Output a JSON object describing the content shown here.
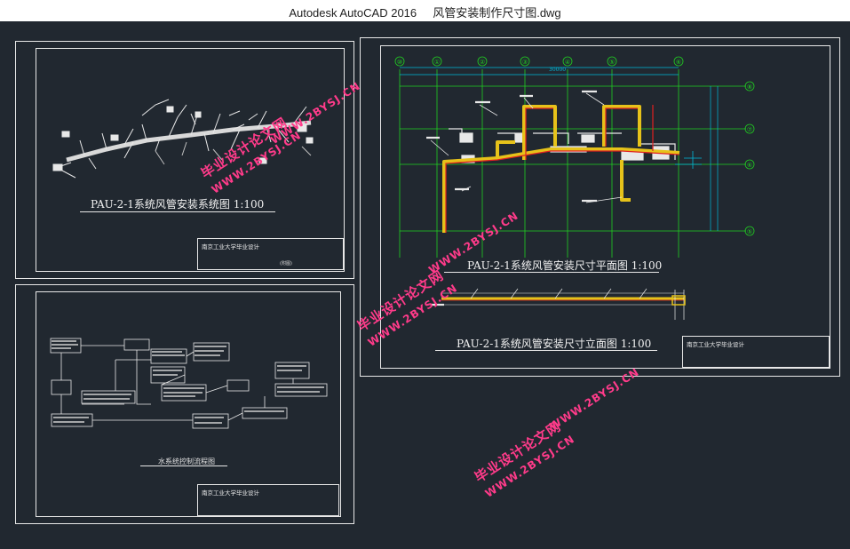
{
  "window": {
    "app_name": "Autodesk AutoCAD 2016",
    "file_name": "风管安装制作尺寸图.dwg"
  },
  "drawings": {
    "system": {
      "title": "PAU-2-1系统风管安装系统图 1:100"
    },
    "plan": {
      "title": "PAU-2-1系统风管安装尺寸平面图 1:100"
    },
    "elevation": {
      "title": "PAU-2-1系统风管安装尺寸立面图 1:100"
    },
    "flowchart": {
      "title": "水系统控制流程图"
    }
  },
  "title_block": {
    "school": "南京工业大学毕业设计",
    "sheet_label": "(附图)"
  },
  "grid_axes": {
    "top": [
      "⑩",
      "①",
      "②",
      "③",
      "④",
      "⑤",
      "⑥"
    ],
    "right": [
      "⑧",
      "⑦",
      "⑥",
      "⑤"
    ],
    "dimension": "30000"
  },
  "watermark": {
    "name": "毕业设计论文网",
    "url": "WWW.2BYSJ.CN"
  },
  "colors": {
    "background": "#212830",
    "line": "#e8e8e8",
    "duct": "#e6c21a",
    "grid": "#21d021",
    "dim": "#00b7d9",
    "accent_red": "#e02020",
    "watermark": "#ff3b8a"
  }
}
